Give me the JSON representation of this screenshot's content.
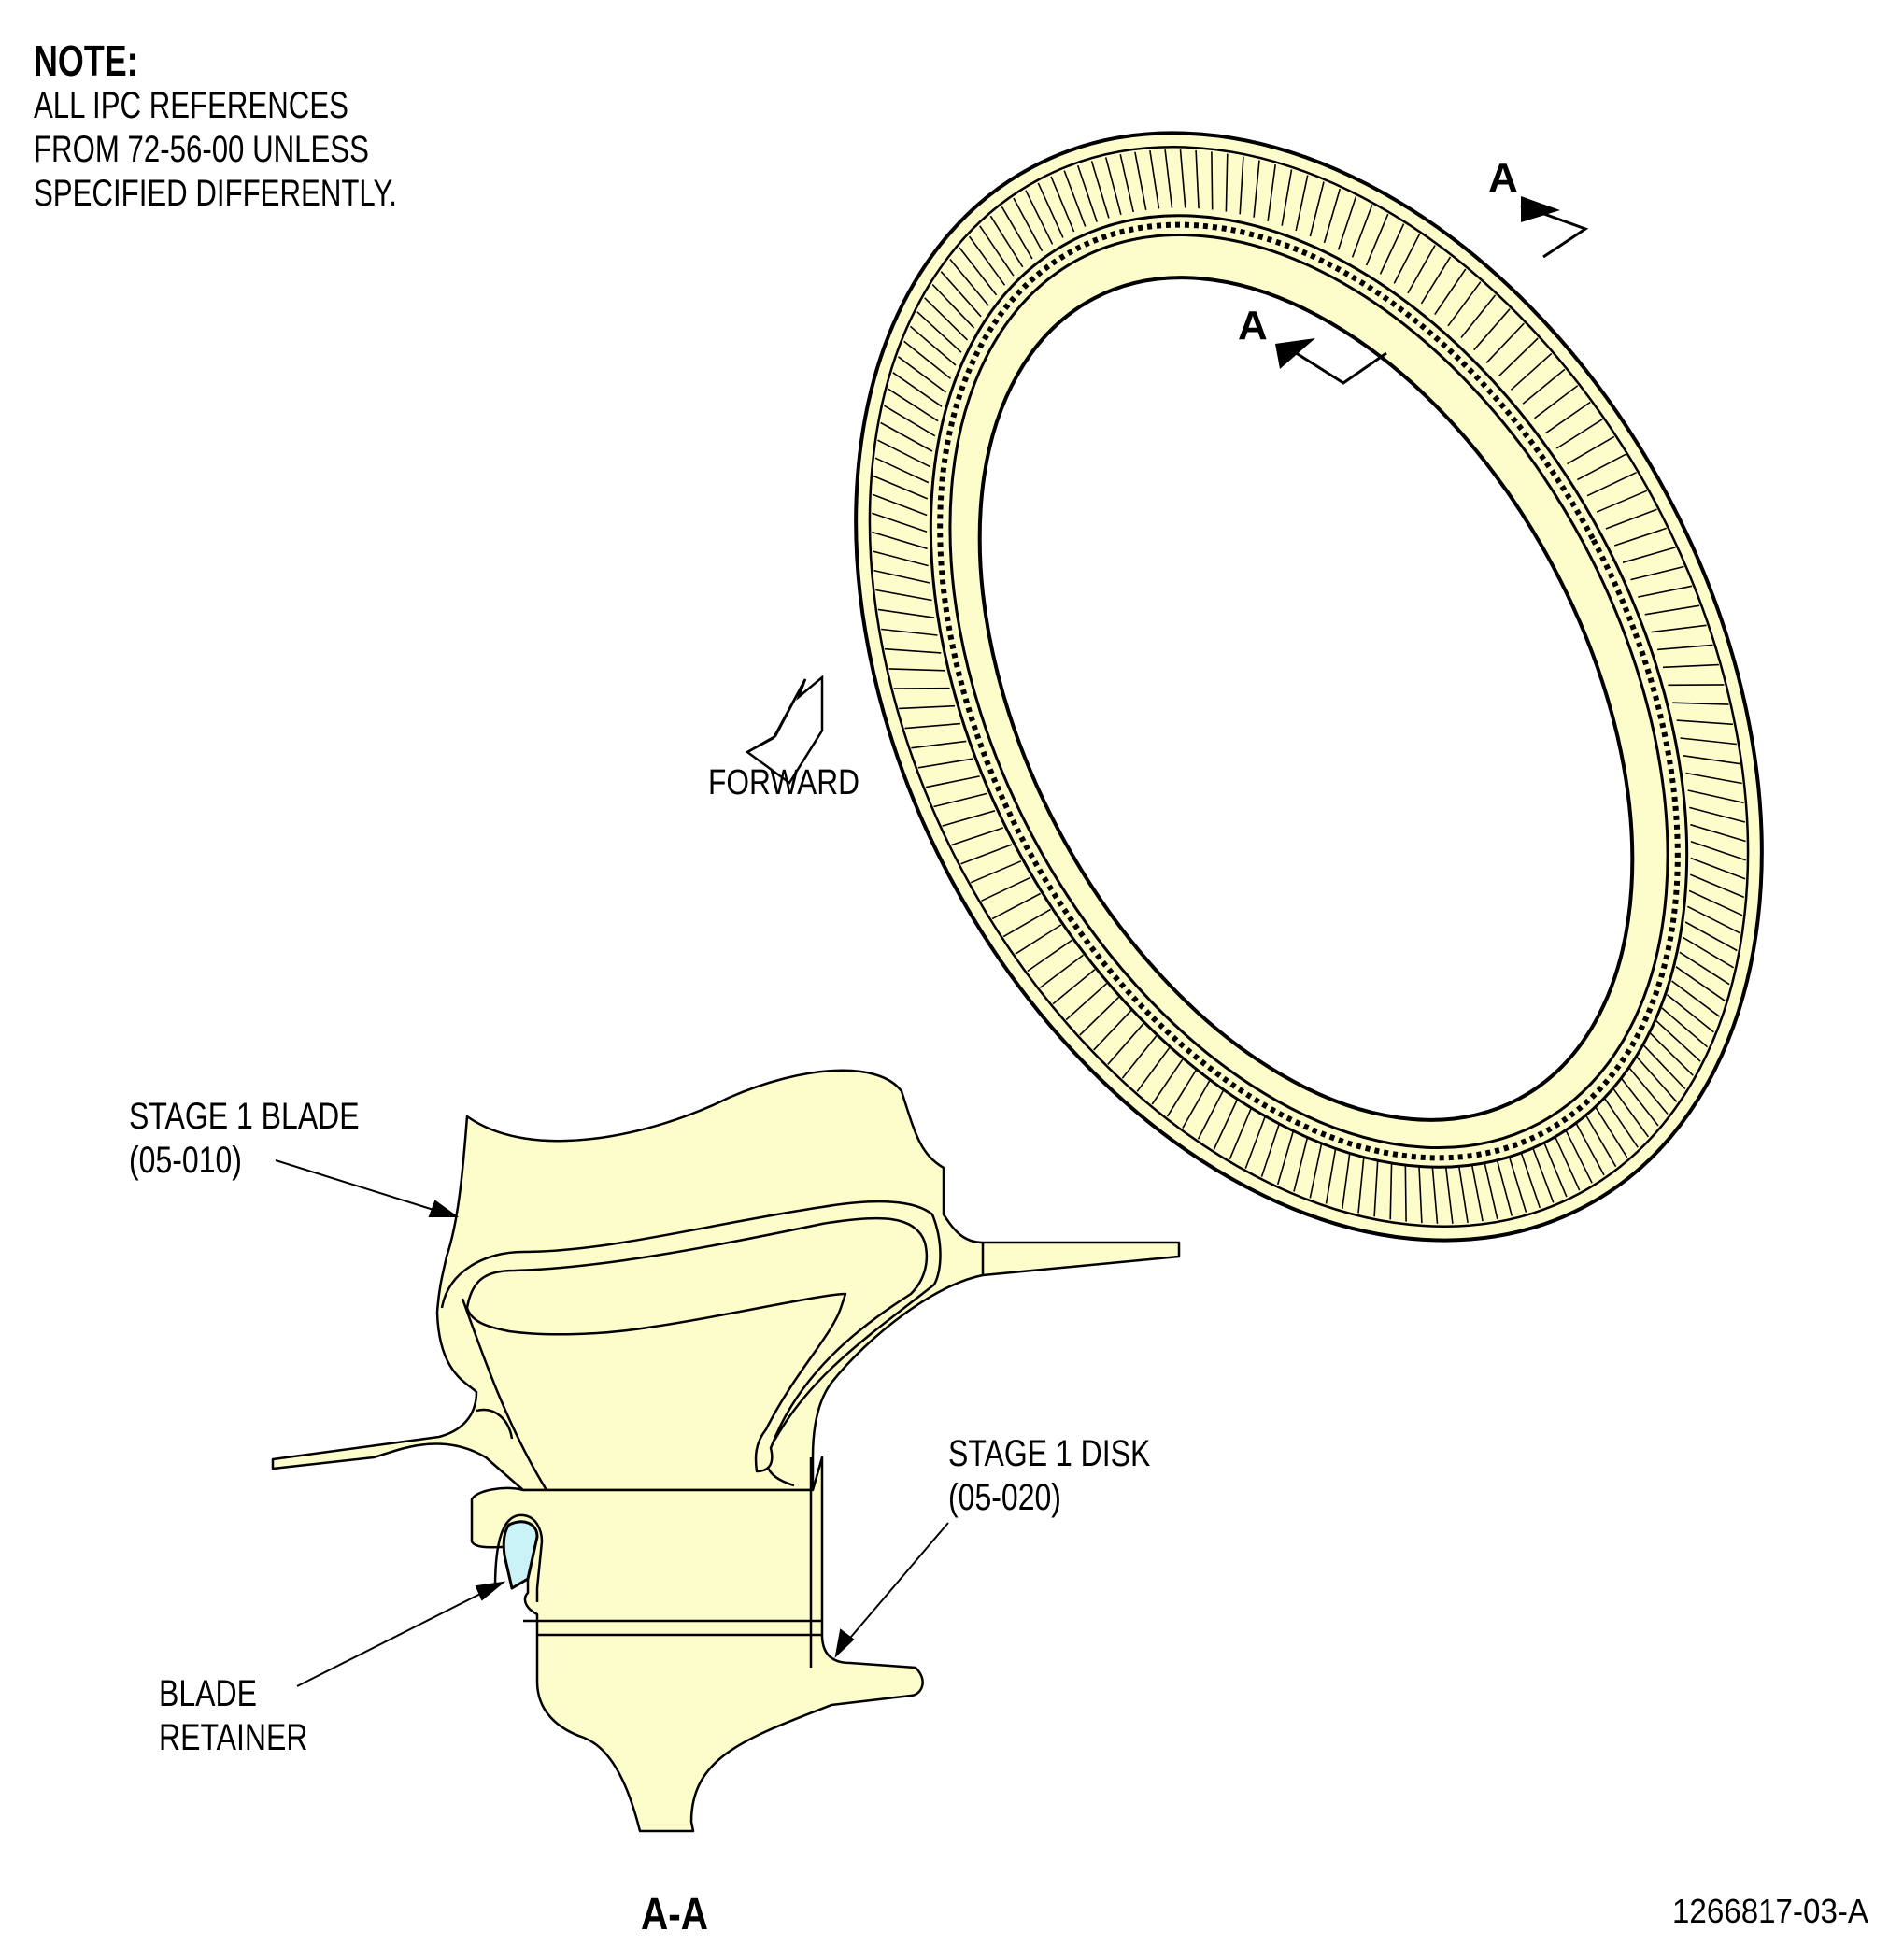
{
  "note": {
    "title": "NOTE:",
    "lines": [
      "ALL IPC REFERENCES",
      "FROM 72-56-00 UNLESS",
      "SPECIFIED DIFFERENTLY."
    ]
  },
  "section_markers": {
    "upper": "A",
    "lower": "A"
  },
  "forward_label": "FORWARD",
  "callouts": {
    "stage1_blade": {
      "line1": "STAGE 1 BLADE",
      "line2": "(05-010)"
    },
    "stage1_disk": {
      "line1": "STAGE 1 DISK",
      "line2": "(05-020)"
    },
    "blade_retainer": {
      "line1": "BLADE",
      "line2": "RETAINER"
    }
  },
  "section_title": "A-A",
  "figure_number": "1266817-03-A",
  "colors": {
    "part_fill": "#fdfccb",
    "retainer_fill": "#c9f3f6",
    "line": "#000000"
  }
}
